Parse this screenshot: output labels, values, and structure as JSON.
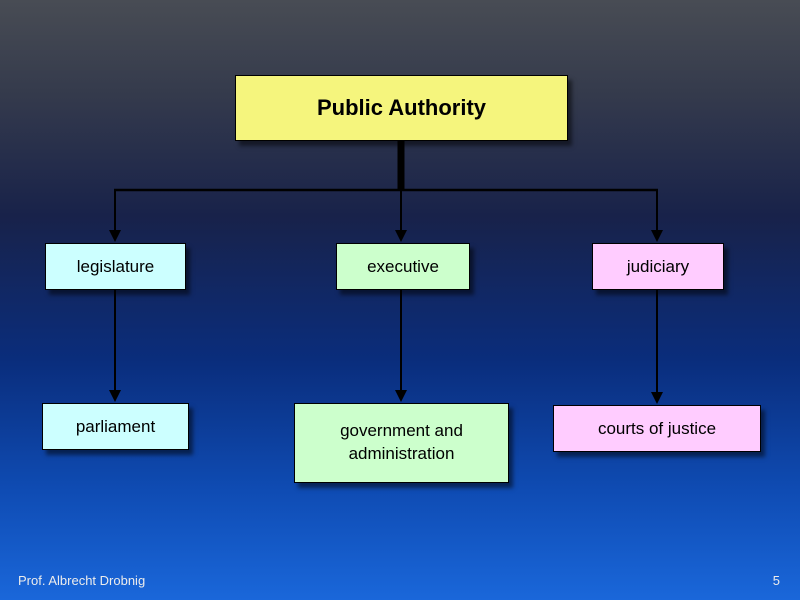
{
  "footer": {
    "author": "Prof. Albrecht Drobnig",
    "page_number": "5"
  },
  "diagram": {
    "root": {
      "label": "Public Authority",
      "color": "#f5f57d"
    },
    "level1": [
      {
        "label": "legislature",
        "color": "#ccffff"
      },
      {
        "label": "executive",
        "color": "#ccffcc"
      },
      {
        "label": "judiciary",
        "color": "#ffccff"
      }
    ],
    "level2": [
      {
        "label": "parliament",
        "color": "#ccffff"
      },
      {
        "label": "government and administration",
        "color": "#ccffcc"
      },
      {
        "label": "courts of justice",
        "color": "#ffccff"
      }
    ]
  },
  "colors": {
    "connector": "#000000",
    "background_top": "#484c54",
    "background_bottom": "#1a67da"
  }
}
